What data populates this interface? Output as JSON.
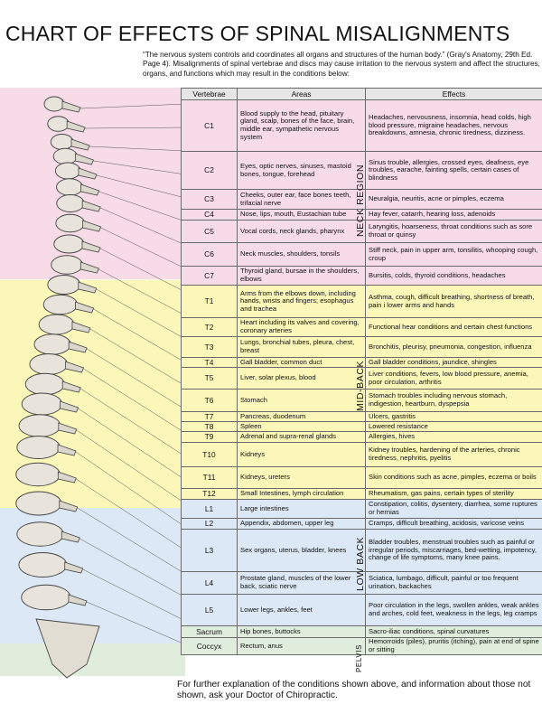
{
  "title": "CHART OF EFFECTS OF SPINAL MISALIGNMENTS",
  "intro": "“The nervous system controls and coordinates all organs and structures of the human body.” (Gray's Anatomy, 29th Ed. Page 4).  Misalignments of spinal vertebrae and discs may cause irritation to the nervous system and affect the structures, organs, and functions which may result in the conditions below:",
  "columns": {
    "vertebrae": "Vertebrae",
    "areas": "Areas",
    "effects": "Effects"
  },
  "regions": {
    "neck": "NECK REGION",
    "mid": "MID-BACK",
    "low": "LOW BACK",
    "pelvis": "PELVIS"
  },
  "colors": {
    "neck": "#f7dbe6",
    "mid": "#fbf7b9",
    "low": "#dce8f6",
    "pelvis": "#e0eddc"
  },
  "rows": [
    {
      "v": "C1",
      "area": "Blood supply to the head, pituitary gland, scalp, bones of the face, brain, middle ear, sympathetic nervous system",
      "effect": "Headaches, nervousness, insomnia, head colds, high blood pressure, migraine headaches, nervous breakdowns, amnesia, chronic tiredness, dizziness."
    },
    {
      "v": "C2",
      "area": "Eyes, optic nerves, sinuses, mastoid bones, tongue, forehead",
      "effect": "Sinus trouble, allergies, crossed eyes, deafness, eye troubles, earache, fainting spells, certain cases of blindness"
    },
    {
      "v": "C3",
      "area": "Cheeks, outer ear, face bones teeth, trifacial nerve",
      "effect": "Neuralgia, neuritis, acne or pimples, eczema"
    },
    {
      "v": "C4",
      "area": "Nose, lips, mouth, Eustachian tube",
      "effect": "Hay fever, catarrh, hearing loss, adenoids"
    },
    {
      "v": "C5",
      "area": "Vocal cords, neck glands, pharynx",
      "effect": "Laryngitis, hoarseness, throat conditions such as sore throat or quinsy"
    },
    {
      "v": "C6",
      "area": "Neck muscles, shoulders, tonsils",
      "effect": "Stiff neck, pain in upper arm, tonsilitis, whooping cough, croup"
    },
    {
      "v": "C7",
      "area": "Thyroid gland, bursae in the shoulders, elbows",
      "effect": "Bursitis, colds, thyroid conditions, headaches"
    },
    {
      "v": "T1",
      "area": "Arms from the elbows down, including hands, wrists and fingers; esophagus and trachea",
      "effect": "Asthma, cough, difficult breathing, shortness of breath, pain i lower arms and hands"
    },
    {
      "v": "T2",
      "area": "Heart including its valves and covering, coronary arteries",
      "effect": "Functional hear conditions and certain chest functions"
    },
    {
      "v": "T3",
      "area": "Lungs, bronchial tubes, pleura, chest, breast",
      "effect": "Bronchitis, pleurisy, pneumonia, congestion, influenza"
    },
    {
      "v": "T4",
      "area": "Gall bladder, common duct",
      "effect": "Gall bladder conditions, jaundice, shingles"
    },
    {
      "v": "T5",
      "area": "Liver, solar plexus, blood",
      "effect": "Liver conditions, fevers, low blood pressure, anemia, poor circulation, arthritis"
    },
    {
      "v": "T6",
      "area": "Stomach",
      "effect": "Stomach troubles including nervous stomach, indigestion, heartburn, dyspepsia"
    },
    {
      "v": "T7",
      "area": "Pancreas, duodenum",
      "effect": "Ulcers, gastritis"
    },
    {
      "v": "T8",
      "area": "Spleen",
      "effect": "Lowered resistance"
    },
    {
      "v": "T9",
      "area": "Adrenal and supra-renal glands",
      "effect": "Allergies, hives"
    },
    {
      "v": "T10",
      "area": "Kidneys",
      "effect": "Kidney troubles, hardening of the arteries, chronic tiredness, nephritis, pyelitis"
    },
    {
      "v": "T11",
      "area": "Kidneys, ureters",
      "effect": "Skin conditions such as acne, pimples, eczema or boils"
    },
    {
      "v": "T12",
      "area": "Small Intestines, lymph circulation",
      "effect": "Rheumatism, gas pains, certain types of sterility"
    },
    {
      "v": "L1",
      "area": "Large intestines",
      "effect": "Constipation, colitis, dysentery, diarrhea, some ruptures or hernias"
    },
    {
      "v": "L2",
      "area": "Appendix, abdomen, upper leg",
      "effect": "Cramps, difficult breathing, acidosis, varicose veins"
    },
    {
      "v": "L3",
      "area": "Sex organs, uterus, bladder, knees",
      "effect": "Bladder troubles, menstrual troubles such as painful or irregular periods, miscarriages, bed-wetting, impotency, change of life symptoms, many knee pains."
    },
    {
      "v": "L4",
      "area": "Prostate gland, muscles of the lower back, sciatic nerve",
      "effect": "Sciatica, lumbago, difficult, painful or too frequent urination, backaches"
    },
    {
      "v": "L5",
      "area": "Lower legs, ankles, feet",
      "effect": "Poor circulation in the legs, swollen ankles, weak ankles and arches, cold feet, weakness in the legs, leg cramps"
    },
    {
      "v": "Sacrum",
      "area": "Hip bones, buttocks",
      "effect": "Sacro-iliac conditions, spinal curvatures"
    },
    {
      "v": "Coccyx",
      "area": "Rectum, anus",
      "effect": "Hemorroids (piles), pruritis (itching), pain at end of spine or sitting"
    }
  ],
  "footer": "For further explanation of the conditions shown above, and information about those not shown, ask your Doctor of Chiropractic."
}
